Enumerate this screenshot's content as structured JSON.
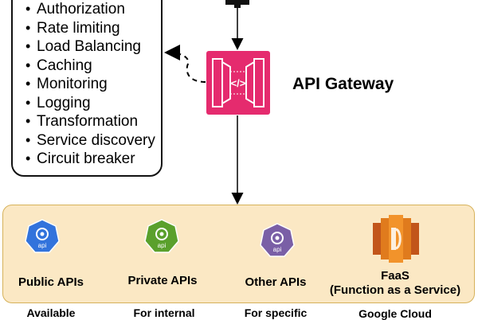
{
  "features": [
    "Authorization",
    "Rate limiting",
    "Load Balancing",
    "Caching",
    "Monitoring",
    "Logging",
    "Transformation",
    "Service discovery",
    "Circuit breaker"
  ],
  "gateway": {
    "label": "API Gateway",
    "icon_text": "</>",
    "color": "#e52b6e"
  },
  "services": [
    {
      "title": "Public APIs",
      "subtitle": "Available",
      "icon_text": "api",
      "color": "#3273dc"
    },
    {
      "title": "Private APIs",
      "subtitle": "For internal",
      "icon_text": "api",
      "color": "#5aa02c"
    },
    {
      "title": "Other APIs",
      "subtitle": "For specific",
      "icon_text": "api",
      "color": "#7a5fa6"
    },
    {
      "title": "FaaS",
      "title_line2": "(Function as a Service)",
      "subtitle": "Google Cloud",
      "color": "#e07b1d"
    }
  ],
  "colors": {
    "band_fill": "#fbe8c4",
    "band_border": "#d6b25a"
  }
}
